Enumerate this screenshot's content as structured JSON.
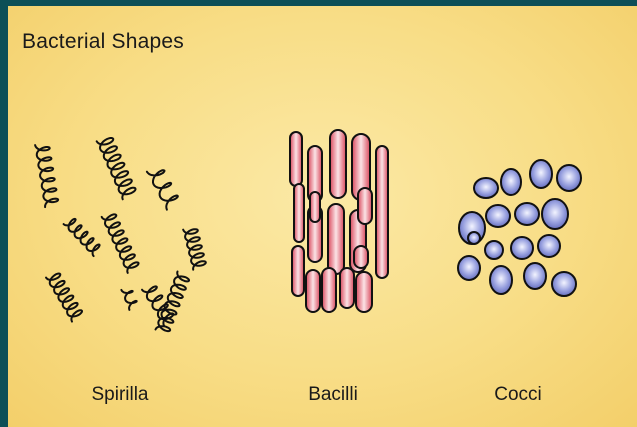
{
  "title": "Bacterial Shapes",
  "groups": [
    {
      "label": "Spirilla",
      "icon": "spirilla-icon"
    },
    {
      "label": "Bacilli",
      "icon": "bacilli-icon"
    },
    {
      "label": "Cocci",
      "icon": "cocci-icon"
    }
  ],
  "colors": {
    "background": "#f8dd86",
    "border": "#0d4f57",
    "bacilli_fill": "#e06a78",
    "cocci_fill": "#6f78c8",
    "outline": "#111111"
  }
}
